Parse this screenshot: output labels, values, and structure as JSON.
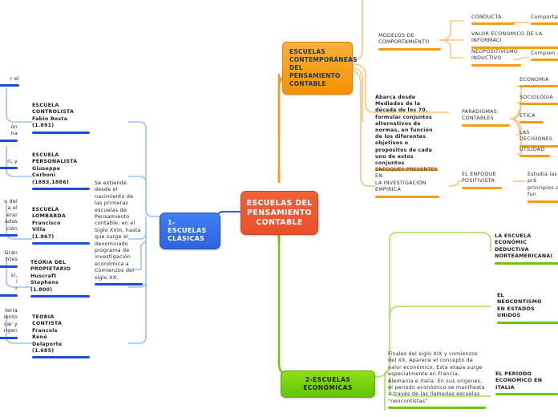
{
  "root": {
    "label": "ESCUELAS DEL\nPENSAMIENTO\nCONTABLE",
    "color": "#e8502a"
  },
  "branches": {
    "classic": {
      "label": "1-ESCUELAS\nCLÁSICAS",
      "color": "#2e63e0",
      "summary": "Se extiende desde el nacimiento de las primeras escuelas de Pensamiento contable, en el Siglo XVIII, hasta que surge el denominado programa de investigación económica a Comienzos del siglo XX.",
      "schools": [
        {
          "title": "ESCUELA\nCONTROLISTA",
          "author": "Fabio Besta",
          "year": "(1.891)"
        },
        {
          "title": "ESCUELA\nPERSONALISTA",
          "author": "Giuseppe\nCerboni",
          "year": "(1883,1886)"
        },
        {
          "title": "ESCUELA\nLOMBARDA",
          "author": "Francisco\nVilla",
          "year": "(1.867)"
        },
        {
          "title": "TEORIA DEL\nPROPIETARIO",
          "author": "Huscraft\nStephens",
          "year": "(1.800)"
        },
        {
          "title": "TEORIA\nCONTISTA",
          "author": "Francois\nRené\nDelaporte",
          "year": "(1.685)"
        }
      ],
      "clipped_left": [
        "r el",
        "ón\nna",
        "n; y",
        "o del\na el\nerar\nadas\nción",
        "Gran\nntes",
        "s),\ni\nr",
        "tería\niento\ncar y\nrigen"
      ]
    },
    "economic": {
      "label": "2-ESCUELAS ECONÓMICAS",
      "color": "#63c407",
      "summary": "Finales del siglo XIX y comienzos del XX, Aparece el concepto de valor económico, Esta etapa surge especialmente en Francia, Alemania e Italia. En sus orígenes, el periodo económico se manifiesta a través de las llamadas escuelas \"neocontistas\"",
      "items": [
        "LA ESCUELA ECONÓMIC\nDEDUCTIVA\nNORTEAMERICANA(",
        "EL\nNEOCONTISMO\nEN ESTADOS\nUNIDOS",
        "EL PERÍODO\nECONOMICO EN\nITALIA"
      ]
    },
    "contemporary": {
      "label": "ESCUELAS\nCONTEMPORÁNEAS\nDEL PENSAMIENTO\nCONTABLE",
      "color": "#f39200",
      "summary": "Abarca desde Mediados de la década de los 70. formular conjuntos alternativos de normas, en función de los diferentes objetivos o propósitos de cada uno de estos conjuntos",
      "behavior_models": {
        "label": "MODELOS DE COMPORTAMIENTO",
        "children": [
          {
            "label": "CONDUCTA",
            "child": "Comportamiento"
          },
          {
            "label": "VALOR ECONOMICO DE LA INFORMACI",
            "child": ""
          },
          {
            "label": "NEOPOSITIVISMO\nINDUCTIVO",
            "child": "Compren"
          }
        ]
      },
      "paradigms": {
        "label": "PARADIGMAS\nCONTABLES",
        "children": [
          "ECONOMIA",
          "SOCIOLOGIA",
          "ETICA",
          "LAS DECISIONES",
          "UTILIDAD"
        ]
      },
      "empirical": {
        "label": "ENFOQUES PRESENTES EN\nLA INVESTIGACIÓN\nEMPIRICA",
        "child": {
          "label": "EL ENFOQUE\nPOSITIVISTA",
          "child": "Estudia las prá\nprincipios o fun"
        }
      }
    }
  }
}
